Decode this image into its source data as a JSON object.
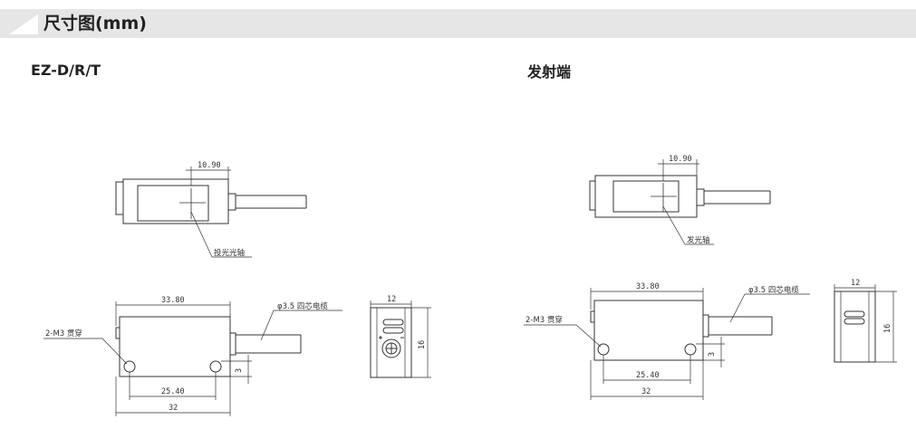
{
  "title": "尺寸图(mm)",
  "sections": {
    "left_label": "EZ-D/R/T",
    "right_label": "发射端"
  },
  "left": {
    "top_view": {
      "axis_dim": "10.90",
      "axis_label": "投光光轴"
    },
    "side_view": {
      "length_dim": "33.80",
      "cable_label": "φ3.5 四芯电缆",
      "hole_label": "2-M3 贯穿",
      "hole_spacing_dim": "25.40",
      "base_dim": "32",
      "hole_offset_dim": "3"
    },
    "end_view": {
      "width_dim": "12",
      "height_dim": "16"
    }
  },
  "right": {
    "top_view": {
      "axis_dim": "10.90",
      "axis_label": "发光轴"
    },
    "side_view": {
      "length_dim": "33.80",
      "cable_label": "φ3.5 四芯电缆",
      "hole_label": "2-M3 贯穿",
      "hole_spacing_dim": "25.40",
      "base_dim": "32",
      "hole_offset_dim": "3"
    },
    "end_view": {
      "width_dim": "12",
      "height_dim": "16"
    }
  }
}
